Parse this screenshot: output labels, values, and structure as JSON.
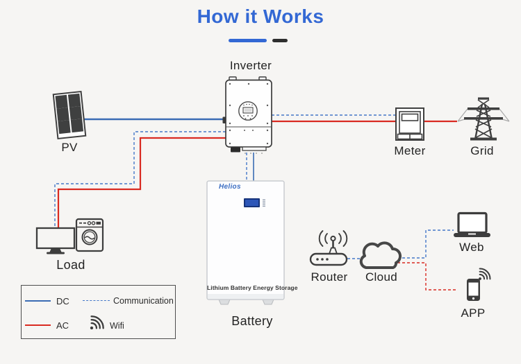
{
  "title": "How it Works",
  "nodes": {
    "inverter": {
      "label": "Inverter"
    },
    "pv": {
      "label": "PV"
    },
    "meter": {
      "label": "Meter"
    },
    "grid": {
      "label": "Grid"
    },
    "load": {
      "label": "Load"
    },
    "battery": {
      "label": "Battery",
      "brand": "Helios",
      "panel_text": "Lithium Battery Energy Storage"
    },
    "router": {
      "label": "Router"
    },
    "cloud": {
      "label": "Cloud"
    },
    "web": {
      "label": "Web"
    },
    "app": {
      "label": "APP"
    }
  },
  "legend": {
    "dc_label": "DC",
    "communication_label": "Communication",
    "ac_label": "AC",
    "wifi_label": "Wifi"
  },
  "icons": [
    "pv-panel-icon",
    "inverter-icon",
    "meter-icon",
    "grid-tower-icon",
    "tv-icon",
    "washing-machine-icon",
    "battery-icon",
    "router-icon",
    "cloud-icon",
    "laptop-icon",
    "smartphone-icon",
    "wifi-icon"
  ],
  "colors": {
    "title": "#3368d4",
    "dc": "#3a6cb4",
    "comm": "#4377c8",
    "ac": "#d92a21",
    "icon": "#3f3f3f",
    "bg": "#f6f5f3"
  }
}
